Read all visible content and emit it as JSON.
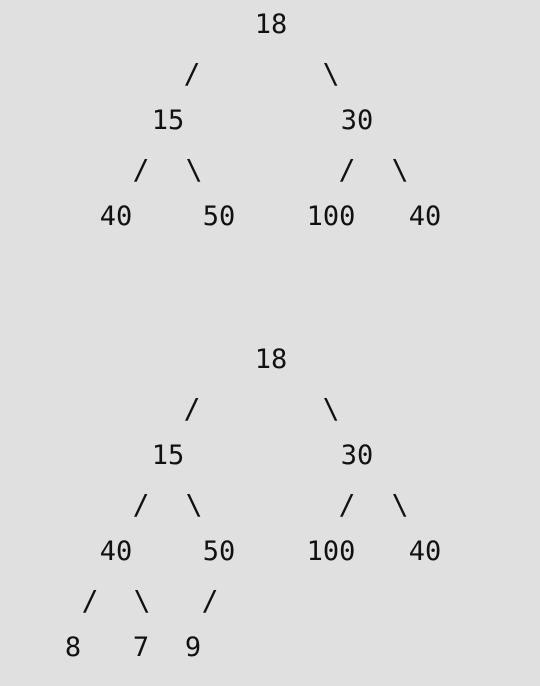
{
  "trees": [
    {
      "nodes": {
        "root": "18",
        "l": "15",
        "r": "30",
        "ll": "40",
        "lr": "50",
        "rl": "100",
        "rr": "40"
      },
      "edges": {
        "root_l": "/",
        "root_r": "\\",
        "l_ll": "/",
        "l_lr": "\\",
        "r_rl": "/",
        "r_rr": "\\"
      }
    },
    {
      "nodes": {
        "root": "18",
        "l": "15",
        "r": "30",
        "ll": "40",
        "lr": "50",
        "rl": "100",
        "rr": "40",
        "lll": "8",
        "llr": "7",
        "lrl": "9"
      },
      "edges": {
        "root_l": "/",
        "root_r": "\\",
        "l_ll": "/",
        "l_lr": "\\",
        "r_rl": "/",
        "r_rr": "\\",
        "ll_lll": "/",
        "ll_llr": "\\",
        "lr_lrl": "/"
      }
    }
  ]
}
